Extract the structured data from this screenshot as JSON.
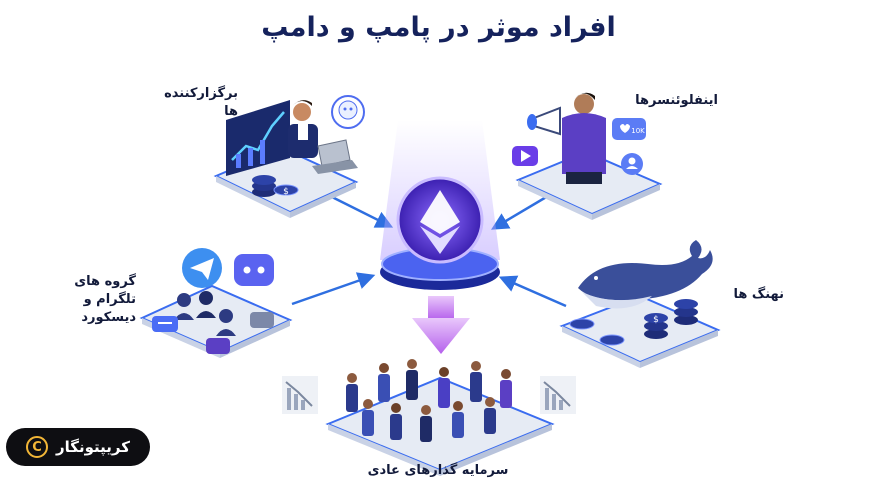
{
  "title": "افراد موثر در پامپ و دامپ",
  "nodes": {
    "organizers": "برگزارکننده ها",
    "influencers": "اینفلوئنسرها",
    "groups": "گروه های\nتلگرام و دیسکورد",
    "whales": "نهنگ ها",
    "investors": "سرمایه گذارهای عادی"
  },
  "badges": {
    "likes": "10K"
  },
  "brand": {
    "name": "کریپتونگار",
    "logo_glyph": "C"
  },
  "colors": {
    "title": "#15225c",
    "arrow": "#2f6fe0",
    "accent_purple": "#6a3de8",
    "down_arrow": "#c87cf0",
    "platform": "#e6ebf4",
    "platform_edge": "#3a6cf0"
  },
  "icons": [
    "ethereum-icon",
    "megaphone-icon",
    "youtube-icon",
    "heart-icon",
    "user-icon",
    "ai-face-icon",
    "telegram-icon",
    "discord-icon",
    "chat-icon",
    "whale-icon",
    "dollar-coin-icon",
    "down-trend-chart-icon"
  ]
}
